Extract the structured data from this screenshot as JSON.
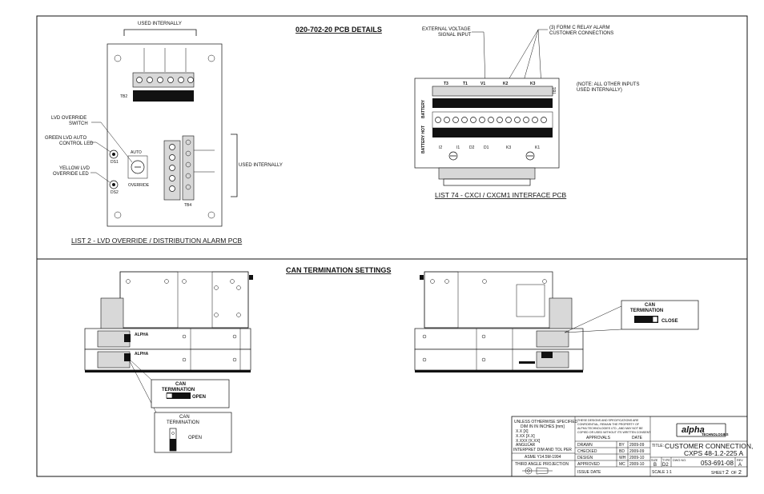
{
  "top": {
    "title": "020-702-20 PCB DETAILS",
    "used_internally_top": "USED INTERNALLY",
    "used_internally_side": "USED INTERNALLY",
    "lvd_switch_1": "LVD OVERRIDE",
    "lvd_switch_2": "SWITCH",
    "green_led_1": "GREEN LVD AUTO",
    "green_led_2": "CONTROL LED",
    "yellow_led_1": "YELLOW LVD",
    "yellow_led_2": "OVERRIDE LED",
    "list2_caption": "LIST 2 - LVD OVERRIDE / DISTRIBUTION ALARM PCB",
    "ext_voltage_1": "EXTERNAL VOLTAGE",
    "ext_voltage_2": "SIGNAL INPUT",
    "form_c_1": "(3) FORM C RELAY ALARM",
    "form_c_2": "CUSTOMER CONNECTIONS",
    "note_1": "(NOTE: ALL OTHER INPUTS",
    "note_2": "USED INTERNALLY)",
    "list74_caption": "LIST 74 - CXCI / CXCM1 INTERFACE PCB",
    "pcb_labels": {
      "auto": "AUTO",
      "override": "OVERRIDE",
      "ds1": "DS1",
      "ds2": "DS2",
      "tb1": "TB1",
      "tb2": "TB2",
      "tb4": "TB4",
      "battery": "BATTERY",
      "battery_hot": "BATTERY HOT",
      "t3": "T3",
      "t1": "T1",
      "v1": "V1",
      "k2": "K2",
      "k3": "K3",
      "k1": "K1",
      "i1": "I1",
      "i2": "I2",
      "d2": "D2",
      "d1": "D1"
    }
  },
  "bottom": {
    "title": "CAN TERMINATION SETTINGS",
    "can_open_1_a": "CAN",
    "can_open_1_b": "TERMINATION",
    "can_open_1_state": "OPEN",
    "can_open_2_a": "CAN",
    "can_open_2_b": "TERMINATION",
    "can_open_2_state": "OPEN",
    "can_close_a": "CAN",
    "can_close_b": "TERMINATION",
    "can_close_state": "CLOSE",
    "alpha_brand": "ALPHA"
  },
  "title_block": {
    "tol_1": "UNLESS OTHERWISE SPECIFIED",
    "tol_2": "DIM IN IN INCHES [mm]",
    "tol_3": "X.X [X]",
    "tol_4": "X.XX [X.X]",
    "tol_5": "X.XXX [X.XX]",
    "tol_6": "ANGULAR",
    "tol_7": "INTERPRET DIM AND TOL PER",
    "tol_8": "ASME Y14.5M-1994",
    "projection": "THIRD ANGLE PROJECTION",
    "confidential_1": "THESE DESIGNS AND SPECIFICATIONS ARE",
    "confidential_2": "CONFIDENTIAL, REMAIN THE PROPERTY OF",
    "confidential_3": "ALPHA TECHNOLOGIES LTD., AND MAY NOT BE",
    "confidential_4": "COPIED OR USED WITHOUT ITS WRITTEN CONSENT",
    "approvals": "APPROVALS",
    "date": "DATE",
    "rows": [
      {
        "label": "DRAWN",
        "by": "BY",
        "date": "2009-09"
      },
      {
        "label": "CHECKED",
        "by": "BD",
        "date": "2009-09"
      },
      {
        "label": "DESIGN",
        "by": "WH",
        "date": "2009-10"
      },
      {
        "label": "APPROVED",
        "by": "MC",
        "date": "2009-10"
      },
      {
        "label": "ISSUE DATE",
        "by": "",
        "date": ""
      }
    ],
    "logo_text": "alpha",
    "logo_sub": "TECHNOLOGIES",
    "title_label": "TITLE:",
    "title_1": "CUSTOMER CONNECTION,",
    "title_2": "CXPS 48-1.2-225 A",
    "size_label": "SIZE",
    "size": "B",
    "type_label": "TYPE",
    "type": "D2",
    "dwg_label": "DWG NO.",
    "dwg_no": "053-691-08",
    "rev_label": "REV",
    "rev": "A",
    "scale": "SCALE  1:1",
    "sheet_label": "SHEET",
    "sheet": "2",
    "of": "OF",
    "sheet_total": "2"
  }
}
